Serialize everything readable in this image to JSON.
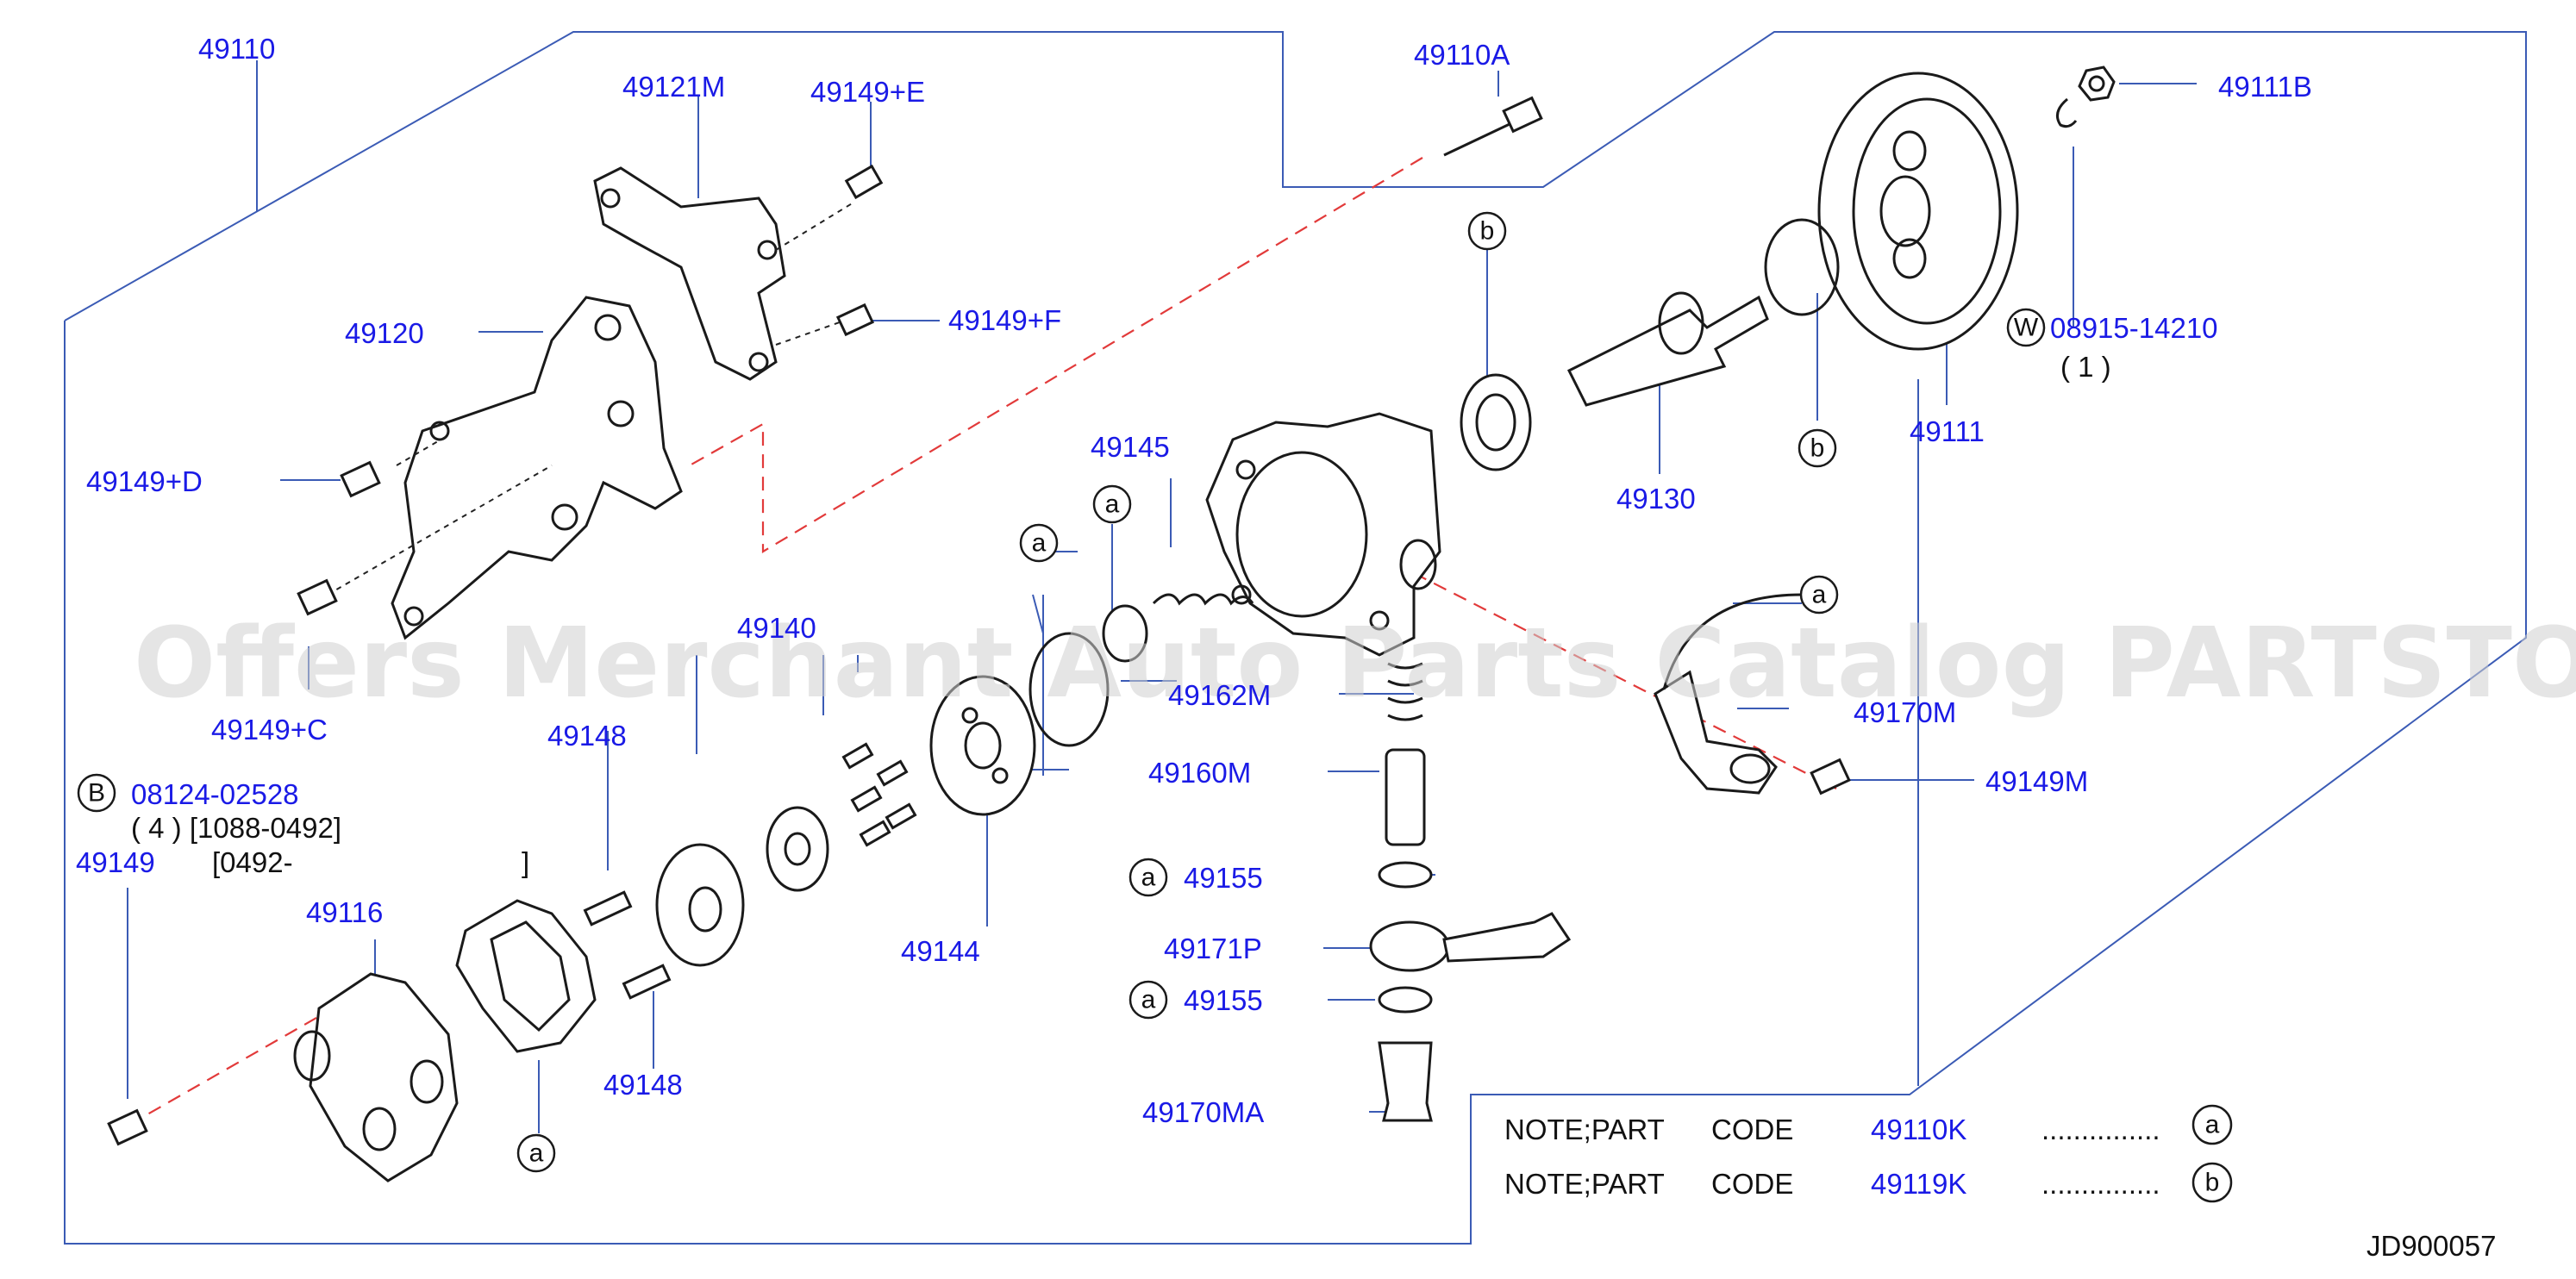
{
  "watermark": "Offers Merchant Auto Parts Catalog PARTSTORE.SA",
  "diagram_code": "JD900057",
  "callouts": {
    "p49110": "49110",
    "p49121M": "49121M",
    "p49149E": "49149+E",
    "p49110A": "49110A",
    "p49111B": "49111B",
    "p49120": "49120",
    "p49149F": "49149+F",
    "p08915_code": "08915-14210",
    "p08915_qty": "( 1 )",
    "p49149D": "49149+D",
    "p49145": "49145",
    "p49130": "49130",
    "p49111": "49111",
    "p49149C": "49149+C",
    "p49140": "49140",
    "p49162M": "49162M",
    "p49170M": "49170M",
    "p49148a": "49148",
    "p49160M": "49160M",
    "p49149M": "49149M",
    "p08124_code": "08124-02528",
    "p08124_line": "( 4 ) [1088-0492]",
    "p49149": "49149",
    "p49149_range": "[0492-",
    "p49149_close": "]",
    "p49116": "49116",
    "p49155a": "49155",
    "p49144": "49144",
    "p49171P": "49171P",
    "p49155b": "49155",
    "p49148b": "49148",
    "p49170MA": "49170MA"
  },
  "markers": {
    "a": "a",
    "b": "b",
    "B": "B",
    "W": "W"
  },
  "notes": [
    {
      "prefix": "NOTE;PART",
      "word": "CODE",
      "code": "49110K",
      "dots": "...............",
      "marker": "a"
    },
    {
      "prefix": "NOTE;PART",
      "word": "CODE",
      "code": "49119K",
      "dots": "...............",
      "marker": "b"
    }
  ]
}
